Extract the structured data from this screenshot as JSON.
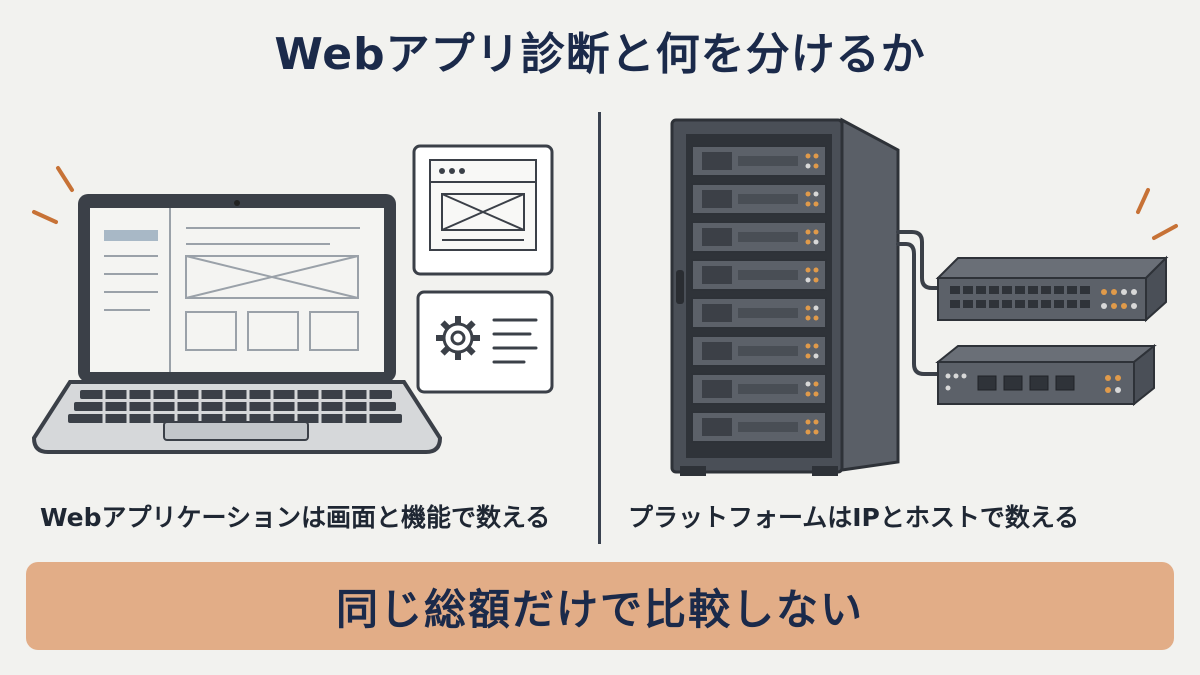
{
  "title": "Webアプリ診断と何を分けるか",
  "left_caption": "Webアプリケーションは画面と機能で数える",
  "right_caption": "プラットフォームはIPとホストで数える",
  "banner_text": "同じ総額だけで比較しない",
  "colors": {
    "navy": "#1b2a4a",
    "banner": "#e2ad87",
    "accent_orange": "#d9843c",
    "rack": "#4a4f57",
    "background": "#f2f2ef"
  }
}
